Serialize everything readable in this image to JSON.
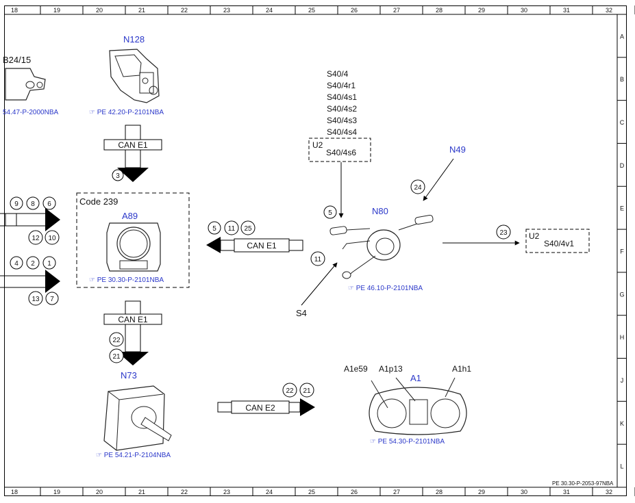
{
  "top_ruler": [
    "18",
    "19",
    "20",
    "21",
    "22",
    "23",
    "24",
    "25",
    "26",
    "27",
    "28",
    "29",
    "30",
    "31",
    "32"
  ],
  "side_ruler": [
    "A",
    "B",
    "C",
    "D",
    "E",
    "F",
    "G",
    "H",
    "J",
    "K",
    "L"
  ],
  "components": {
    "n128": {
      "label": "N128",
      "ref": "PE 42.20-P-2101NBA"
    },
    "b24": {
      "label": "B24/15",
      "ref": "54.47-P-2000NBA"
    },
    "a89": {
      "code": "Code 239",
      "label": "A89",
      "ref": "PE 30.30-P-2101NBA"
    },
    "n80": {
      "label": "N80",
      "ref": "PE 46.10-P-2101NBA"
    },
    "n49": {
      "label": "N49"
    },
    "s4": {
      "label": "S4"
    },
    "n73": {
      "label": "N73",
      "ref": "PE 54.21-P-2104NBA"
    },
    "a1": {
      "label": "A1",
      "ref": "PE 54.30-P-2101NBA",
      "sub1": "A1e59",
      "sub2": "A1p13",
      "sub3": "A1h1"
    },
    "s40_list": [
      "S40/4",
      "S40/4r1",
      "S40/4s1",
      "S40/4s2",
      "S40/4s3",
      "S40/4s4"
    ],
    "s40_box": {
      "tag": "U2",
      "item": "S40/4s6"
    },
    "s40v": {
      "tag": "U2",
      "item": "S40/4v1"
    }
  },
  "buses": {
    "can_e1_top": "CAN E1",
    "can_e1_mid": "CAN E1",
    "can_e1_bot": "CAN E1",
    "can_e2": "CAN E2"
  },
  "circles": {
    "c3": "3",
    "c5a": "5",
    "c5": "5",
    "c11": "11",
    "c25": "25",
    "c11b": "11",
    "c24": "24",
    "c23": "23",
    "c9": "9",
    "c8": "8",
    "c6": "6",
    "c12": "12",
    "c10": "10",
    "c4": "4",
    "c2": "2",
    "c1": "1",
    "c13": "13",
    "c7": "7",
    "c22": "22",
    "c21": "21",
    "c22b": "22",
    "c21b": "21"
  },
  "footer_code": "PE 30.30-P-2053-97NBA"
}
